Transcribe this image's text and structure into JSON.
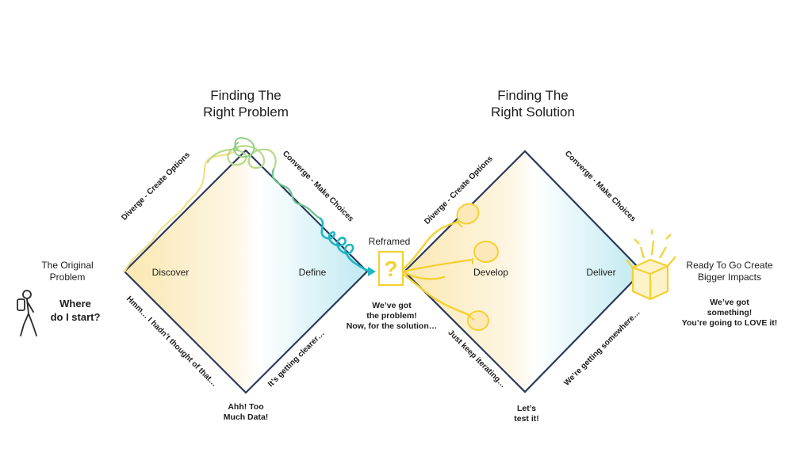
{
  "titles": {
    "problem": [
      "Finding The",
      "Right Problem"
    ],
    "solution": [
      "Finding The",
      "Right Solution"
    ]
  },
  "phases": {
    "discover": "Discover",
    "define": "Define",
    "develop": "Develop",
    "deliver": "Deliver"
  },
  "edges": {
    "diverge1": "Diverge - Create Options",
    "converge1": "Converge - Make Choices",
    "diverge2": "Diverge - Create Options",
    "converge2": "Converge - Make Choices",
    "hmm": "Hmm… I hadn’t thought of that…",
    "clearer": "It’s getting clearer…",
    "iterating": "Just keep iterating…",
    "somewhere": "We’re getting somewhere…"
  },
  "labels": {
    "original_problem": [
      "The Original",
      "Problem"
    ],
    "where_start": [
      "Where",
      "do I start?"
    ],
    "reframed": "Reframed",
    "question_mark": "?",
    "got_problem": [
      "We’ve got",
      "the problem!",
      "Now, for the solution…"
    ],
    "too_much_data": [
      "Ahh! Too",
      "Much Data!"
    ],
    "test_it": [
      "Let’s",
      "test it!"
    ],
    "ready": [
      "Ready To Go Create",
      "Bigger Impacts"
    ],
    "got_something": [
      "We’ve got",
      "something!",
      "You’re going to LOVE it!"
    ]
  },
  "colors": {
    "diamond_stroke": "#2b3a5c",
    "yellow": "#f5d033",
    "yellow_fill": "#fbe9b8",
    "teal_fill": "#cdeef3",
    "scribble_teal": "#1fb5c3",
    "scribble_green": "#6cc08a"
  }
}
